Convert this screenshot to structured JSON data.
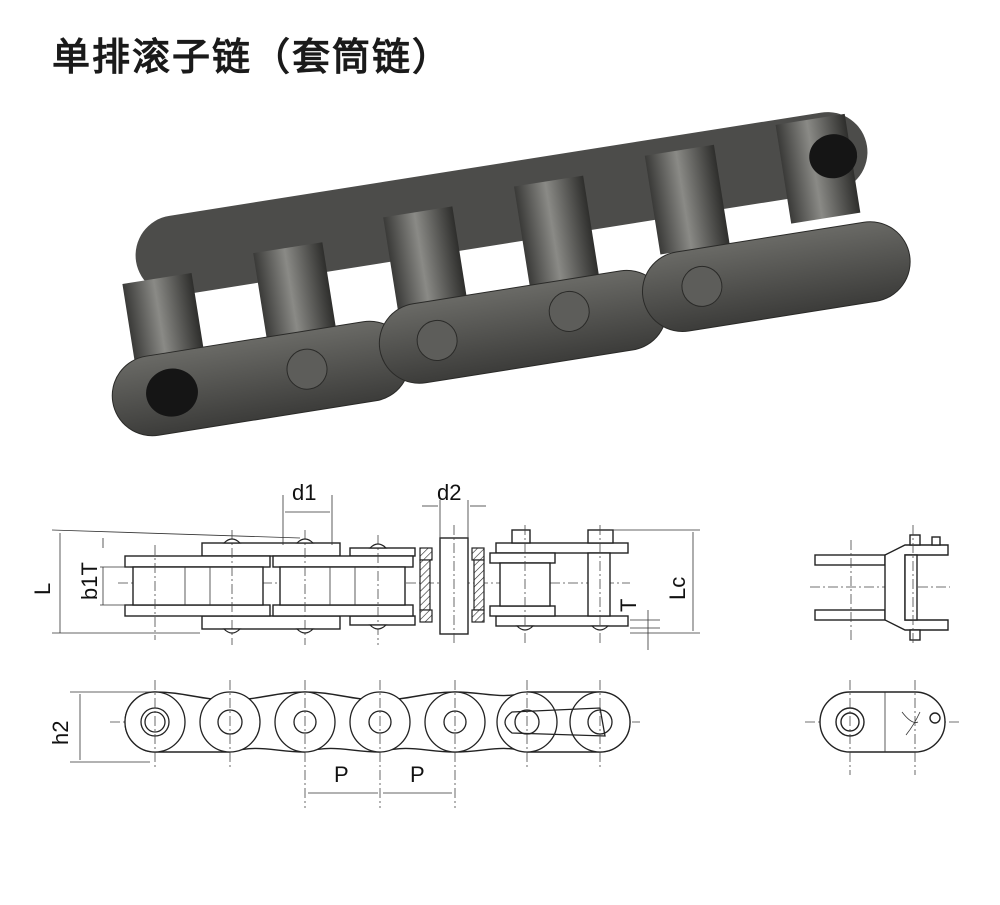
{
  "title": "单排滚子链（套筒链）",
  "labels": {
    "L": "L",
    "b1T": "b1T",
    "d1": "d1",
    "d2": "d2",
    "Lc": "Lc",
    "T": "T",
    "h2": "h2",
    "P1": "P",
    "P2": "P"
  },
  "colors": {
    "metal": "#4a4a48",
    "metal_light": "#7a7a76",
    "line": "#222222"
  }
}
